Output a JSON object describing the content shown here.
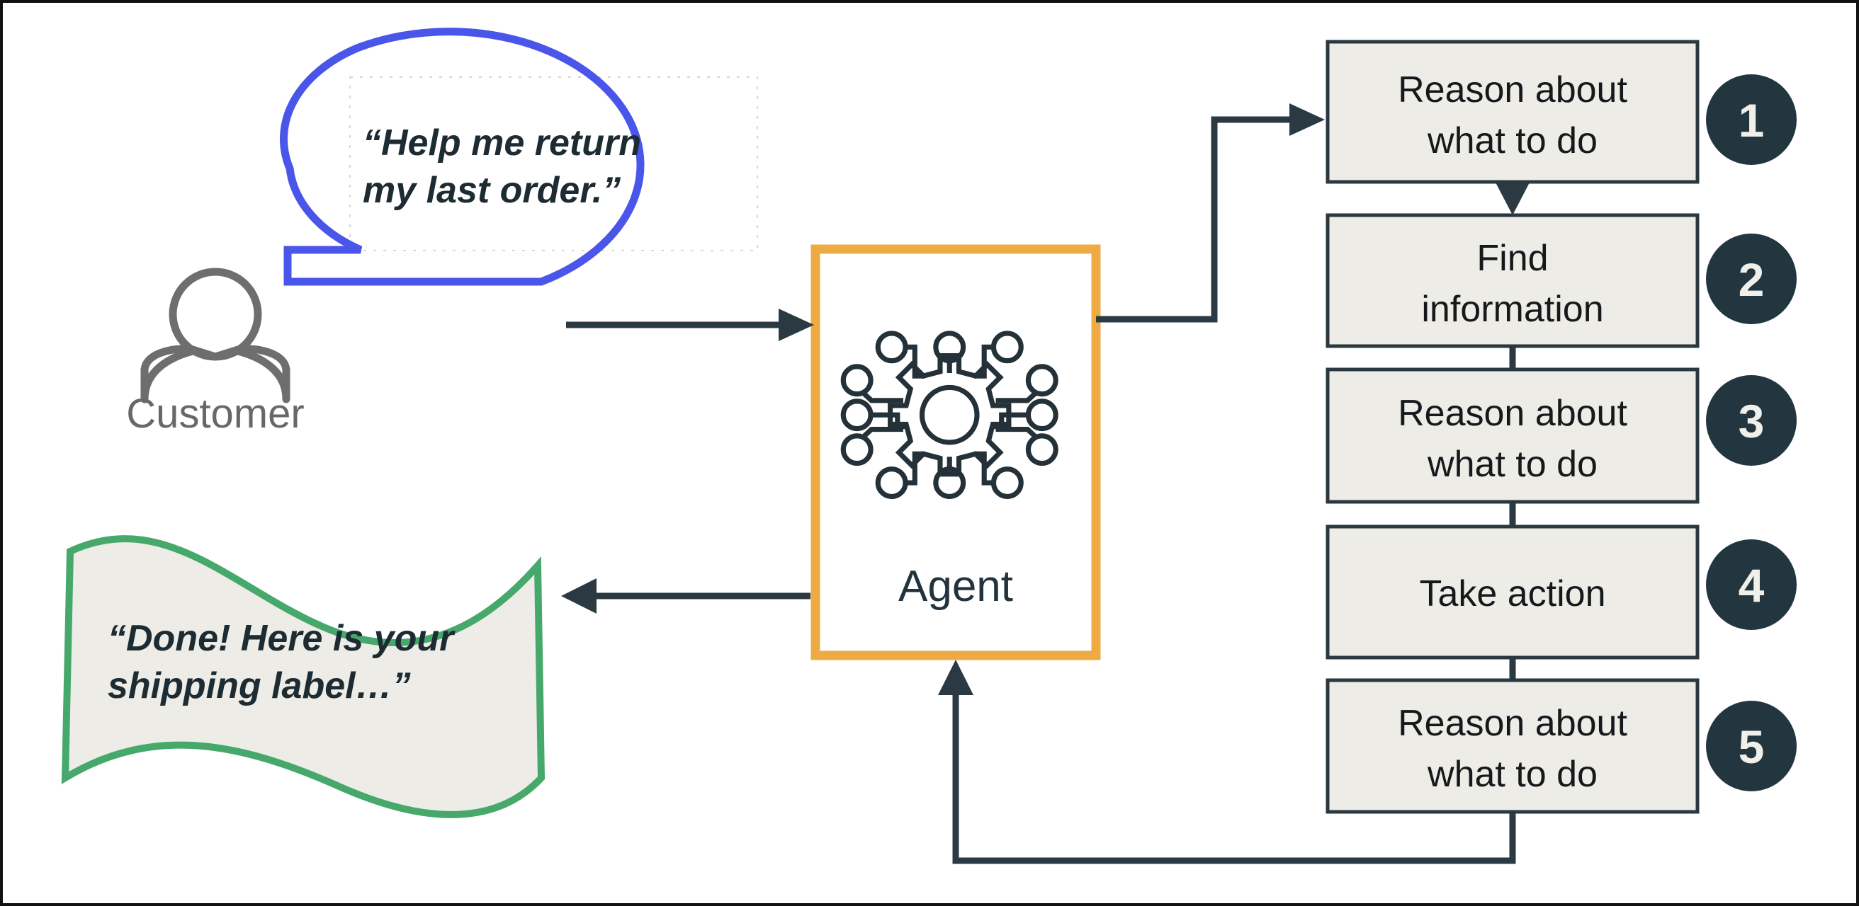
{
  "diagram": {
    "title": "Agent customer-service loop",
    "colors": {
      "bubble_blue": "#4a55ea",
      "agent_orange": "#eeab44",
      "banner_green": "#47a86c",
      "box_fill": "#edece7",
      "ink_navy": "#2b3a42",
      "badge_navy": "#233640",
      "person_gray": "#6e6e6e"
    },
    "customer": {
      "label": "Customer",
      "request_quote": "“Help me return",
      "request_quote_line2": "my last order.”",
      "icon": "person-icon"
    },
    "agent": {
      "label": "Agent",
      "icon": "ai-network-gear-icon"
    },
    "response": {
      "line1": "“Done! Here is your",
      "line2": "shipping label…”",
      "shape": "wavy-banner"
    },
    "steps": [
      {
        "number": "1",
        "line1": "Reason about",
        "line2": "what to do"
      },
      {
        "number": "2",
        "line1": "Find",
        "line2": "information"
      },
      {
        "number": "3",
        "line1": "Reason about",
        "line2": "what to do"
      },
      {
        "number": "4",
        "line1": "Take action",
        "line2": ""
      },
      {
        "number": "5",
        "line1": "Reason about",
        "line2": "what to do"
      }
    ],
    "connectors": [
      {
        "name": "customer-to-agent",
        "arrow": true
      },
      {
        "name": "agent-to-step-1",
        "arrow": true
      },
      {
        "name": "step-1-to-step-2",
        "arrow": true
      },
      {
        "name": "step-2-to-step-3",
        "arrow": false
      },
      {
        "name": "step-3-to-step-4",
        "arrow": false
      },
      {
        "name": "step-4-to-step-5",
        "arrow": false
      },
      {
        "name": "step-5-to-agent",
        "arrow": true
      },
      {
        "name": "agent-to-response",
        "arrow": true
      }
    ]
  }
}
